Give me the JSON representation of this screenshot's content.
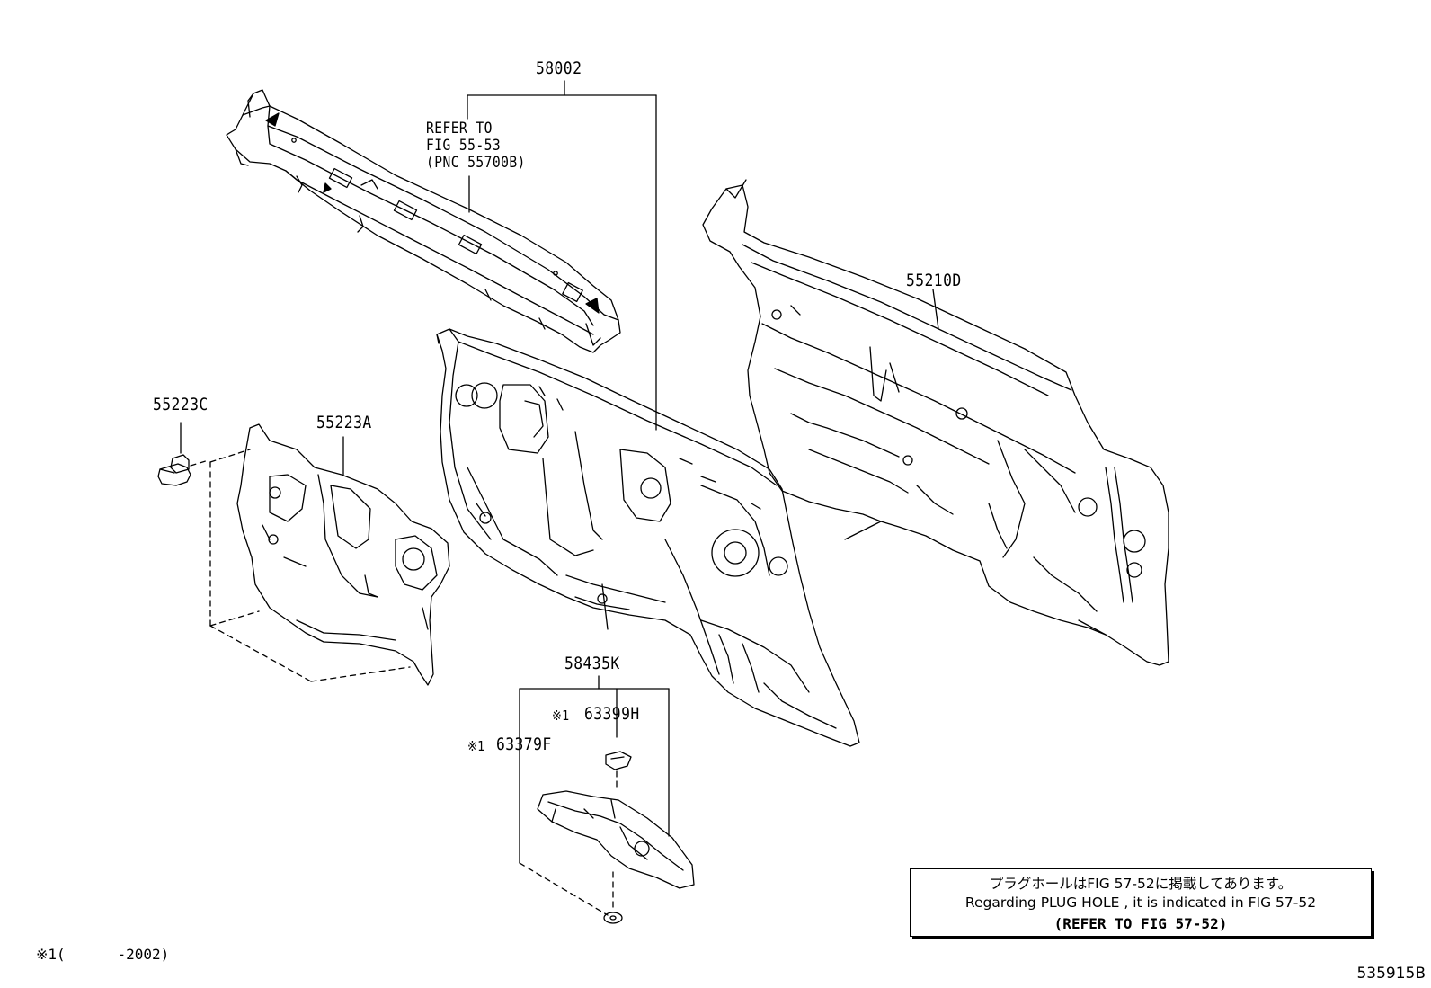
{
  "labels": {
    "p58002": "58002",
    "refer_line1": "REFER TO",
    "refer_line2": "FIG 55-53",
    "refer_line3": "(PNC 55700B)",
    "p55210D": "55210D",
    "p55223C": "55223C",
    "p55223A": "55223A",
    "p58435K": "58435K",
    "mark_63399H": "※1",
    "p63399H": "63399H",
    "mark_63379F": "※1",
    "p63379F": "63379F"
  },
  "note": {
    "line1": "プラグホールはFIG 57-52に掲載してあります。",
    "line2": "Regarding PLUG HOLE , it is indicated in FIG 57-52",
    "line3": "(REFER TO FIG 57-52)"
  },
  "footnote": "※1(      -2002)",
  "diagram_id": "535915B"
}
